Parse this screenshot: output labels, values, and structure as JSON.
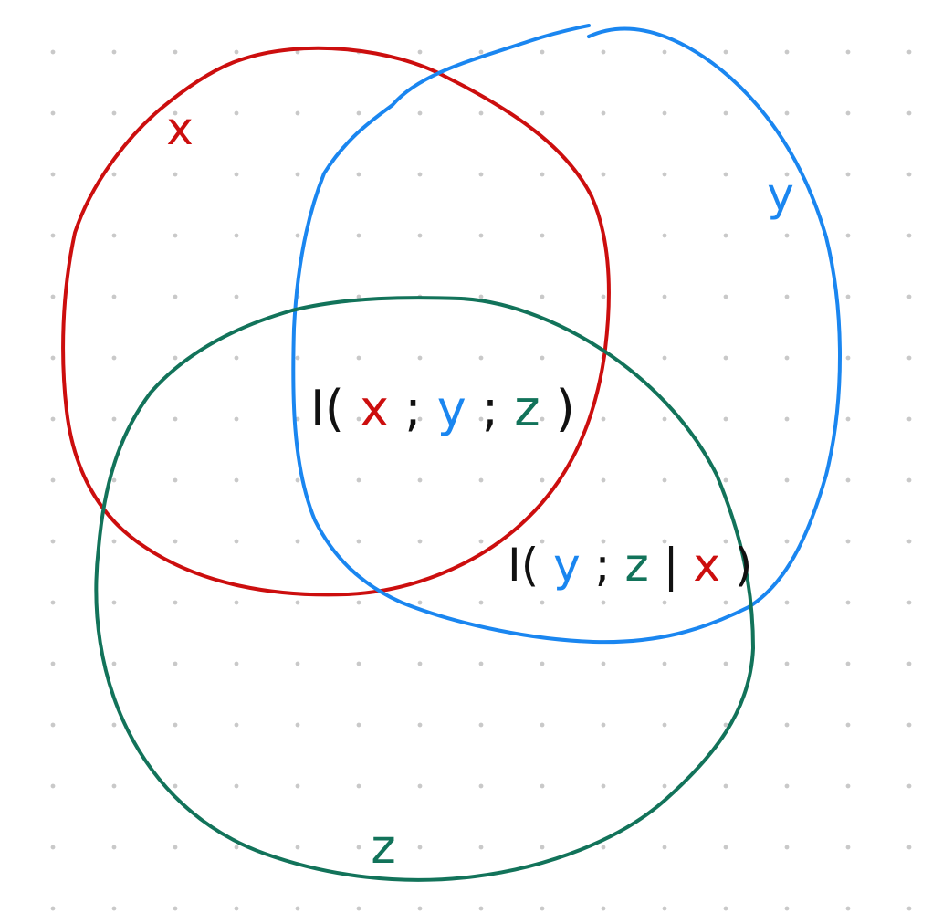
{
  "colors": {
    "x": "#cc0e0e",
    "y": "#1a86f0",
    "z": "#12735a",
    "ink": "#111111",
    "dot": "#c9c9c9",
    "background": "#ffffff"
  },
  "sets": {
    "x": {
      "label": "x"
    },
    "y": {
      "label": "y"
    },
    "z": {
      "label": "z"
    }
  },
  "annotations": {
    "triple": {
      "func": "I(",
      "a": "x",
      "sep1": ";",
      "b": "y",
      "sep2": ";",
      "c": "z",
      "close": ")"
    },
    "conditional": {
      "func": "I(",
      "a": "y",
      "sep": ";",
      "b": "z",
      "given": "|",
      "c": "x",
      "close": ")"
    }
  }
}
